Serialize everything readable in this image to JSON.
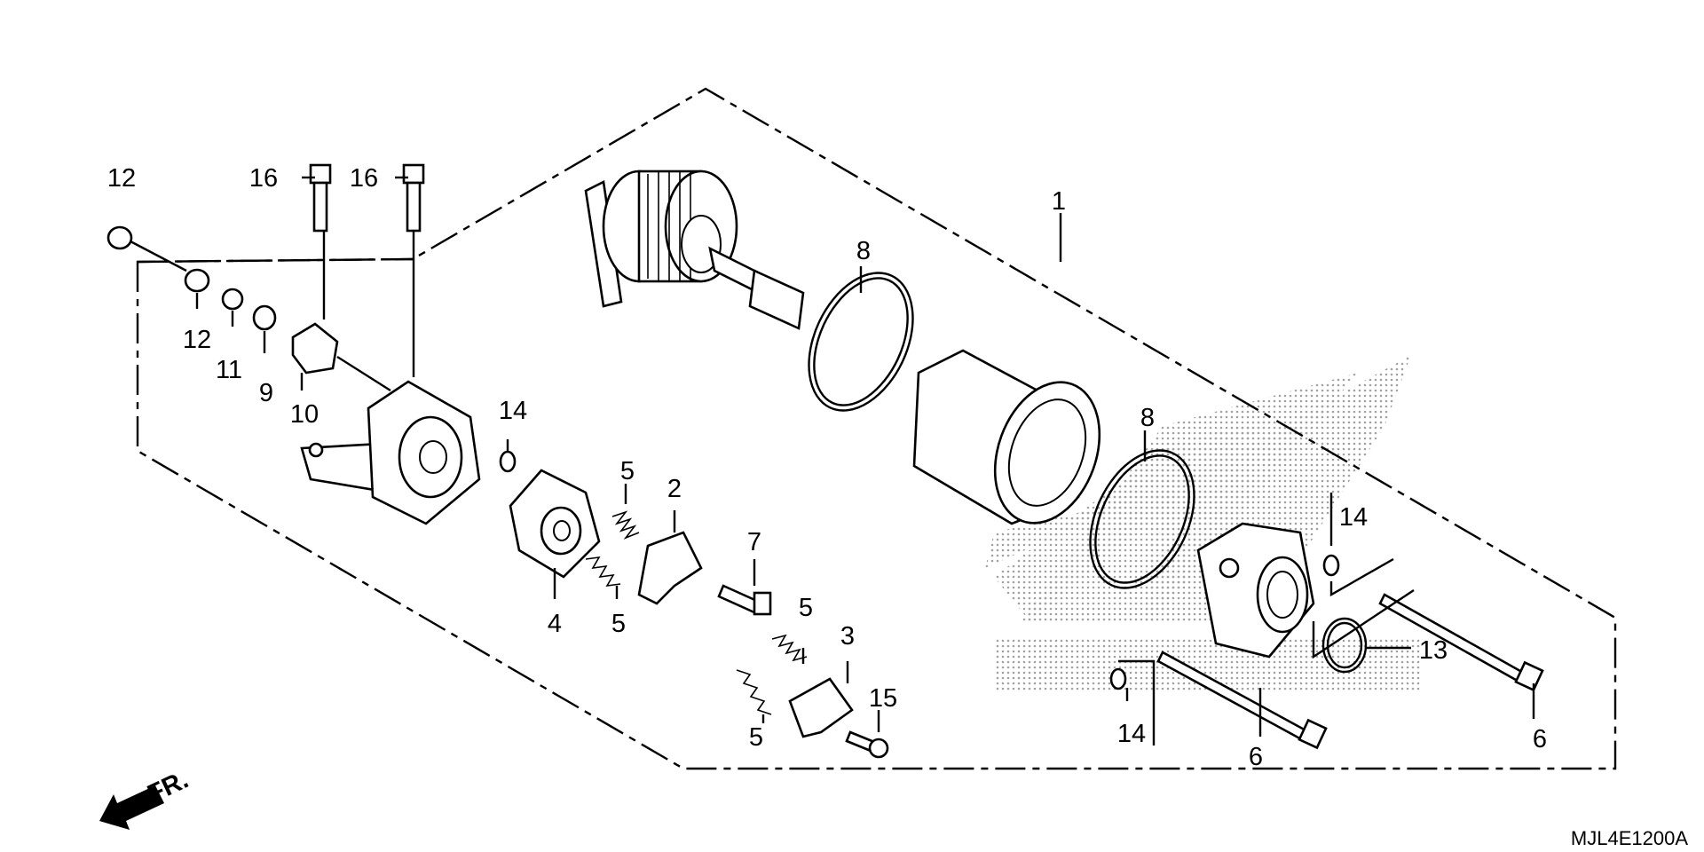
{
  "diagram": {
    "part_numbers": [
      "1",
      "2",
      "3",
      "4",
      "5",
      "6",
      "7",
      "8",
      "9",
      "10",
      "11",
      "12",
      "13",
      "14",
      "15",
      "16"
    ],
    "drawing_code": "MJL4E1200A",
    "direction_label": "FR.",
    "icons": [
      "front-direction-arrow-icon",
      "honda-wing-watermark-icon"
    ]
  }
}
